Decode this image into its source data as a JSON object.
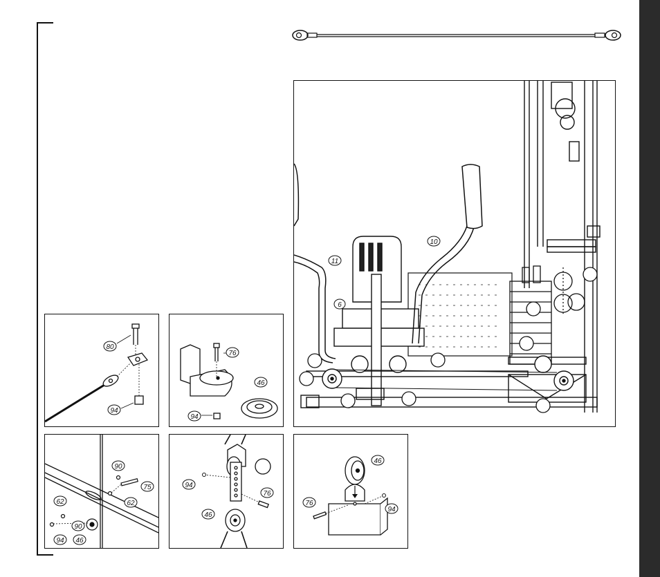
{
  "callouts": {
    "main": {
      "c10": "10",
      "c11": "11",
      "c6": "6"
    },
    "p1": {
      "c80": "80",
      "c94": "94"
    },
    "p2": {
      "c76": "76",
      "c46": "46",
      "c94": "94"
    },
    "p3": {
      "c90a": "90",
      "c75": "75",
      "c62a": "62",
      "c62b": "62",
      "c90b": "90",
      "c94": "94",
      "c46": "46"
    },
    "p4": {
      "c94": "94",
      "c76": "76",
      "c46": "46"
    },
    "p5": {
      "c46": "46",
      "c76": "76",
      "c94": "94"
    }
  },
  "colors": {
    "line": "#111111",
    "sidebar": "#2b2b2b",
    "shade": "#9a9a9a"
  }
}
